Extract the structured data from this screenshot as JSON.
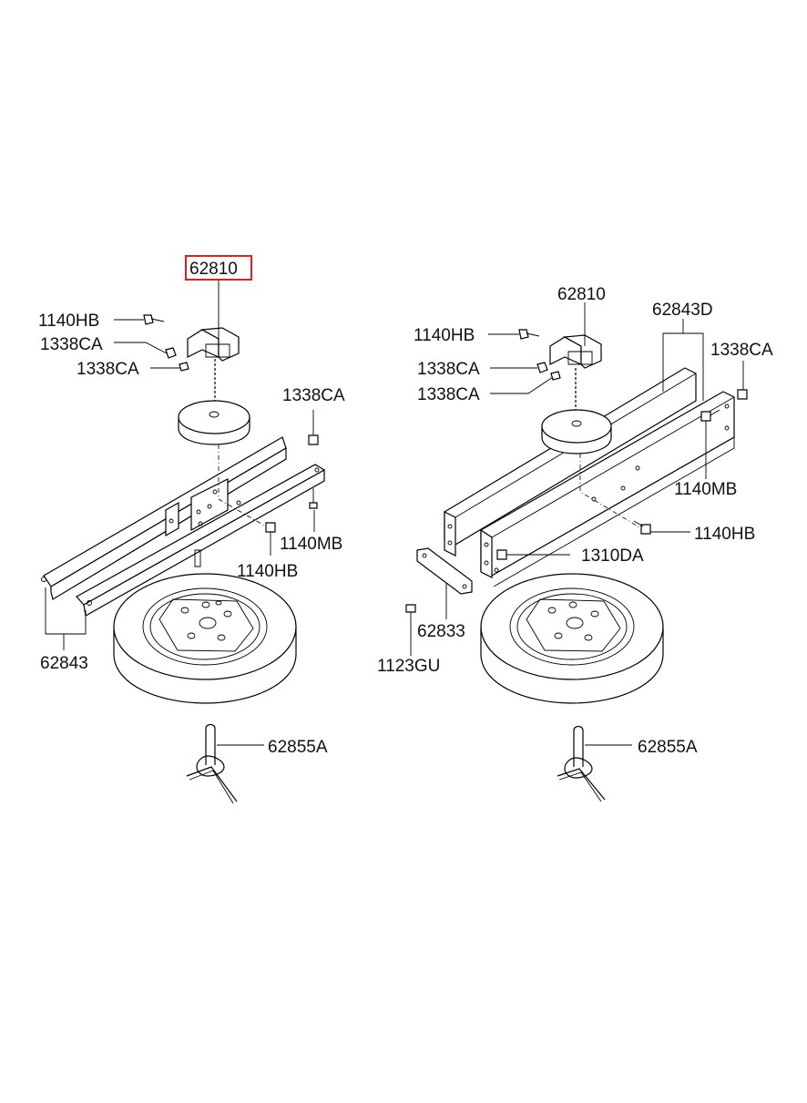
{
  "labels": {
    "left": {
      "l_62810": "62810",
      "l_1140hb_top": "1140HB",
      "l_1338ca_1": "1338CA",
      "l_1338ca_2": "1338CA",
      "l_1338ca_3": "1338CA",
      "l_1140mb": "1140MB",
      "l_1140hb_bot": "1140HB",
      "l_62843": "62843",
      "l_62855a": "62855A"
    },
    "right": {
      "r_62810": "62810",
      "r_62843d": "62843D",
      "r_1140hb_top": "1140HB",
      "r_1338ca_1": "1338CA",
      "r_1338ca_2": "1338CA",
      "r_1338ca_3": "1338CA",
      "r_1140mb": "1140MB",
      "r_1140hb_bot": "1140HB",
      "r_1310da": "1310DA",
      "r_62833": "62833",
      "r_1123gu": "1123GU",
      "r_62855a": "62855A"
    }
  },
  "highlight": {
    "part": "62810",
    "color": "#e0201a"
  }
}
